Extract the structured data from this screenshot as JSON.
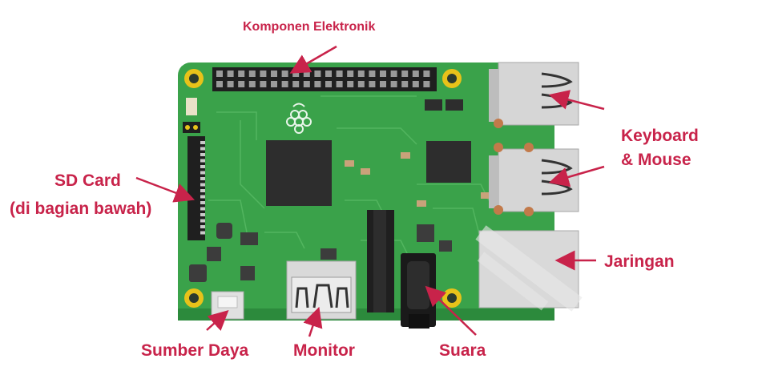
{
  "labels": {
    "komponen": "Komponen Elektronik",
    "sd_card_line1": "SD Card",
    "sd_card_line2": "(di bagian bawah)",
    "keyboard_line1": "Keyboard",
    "keyboard_line2": "& Mouse",
    "jaringan": "Jaringan",
    "sumber_daya": "Sumber Daya",
    "monitor": "Monitor",
    "suara": "Suara"
  },
  "colors": {
    "label": "#c8234a",
    "board": "#3aa24a",
    "board_dark": "#2c8a3c",
    "chip": "#2d2d2d",
    "gold": "#e8c21a",
    "metal": "#d9d9d9"
  }
}
